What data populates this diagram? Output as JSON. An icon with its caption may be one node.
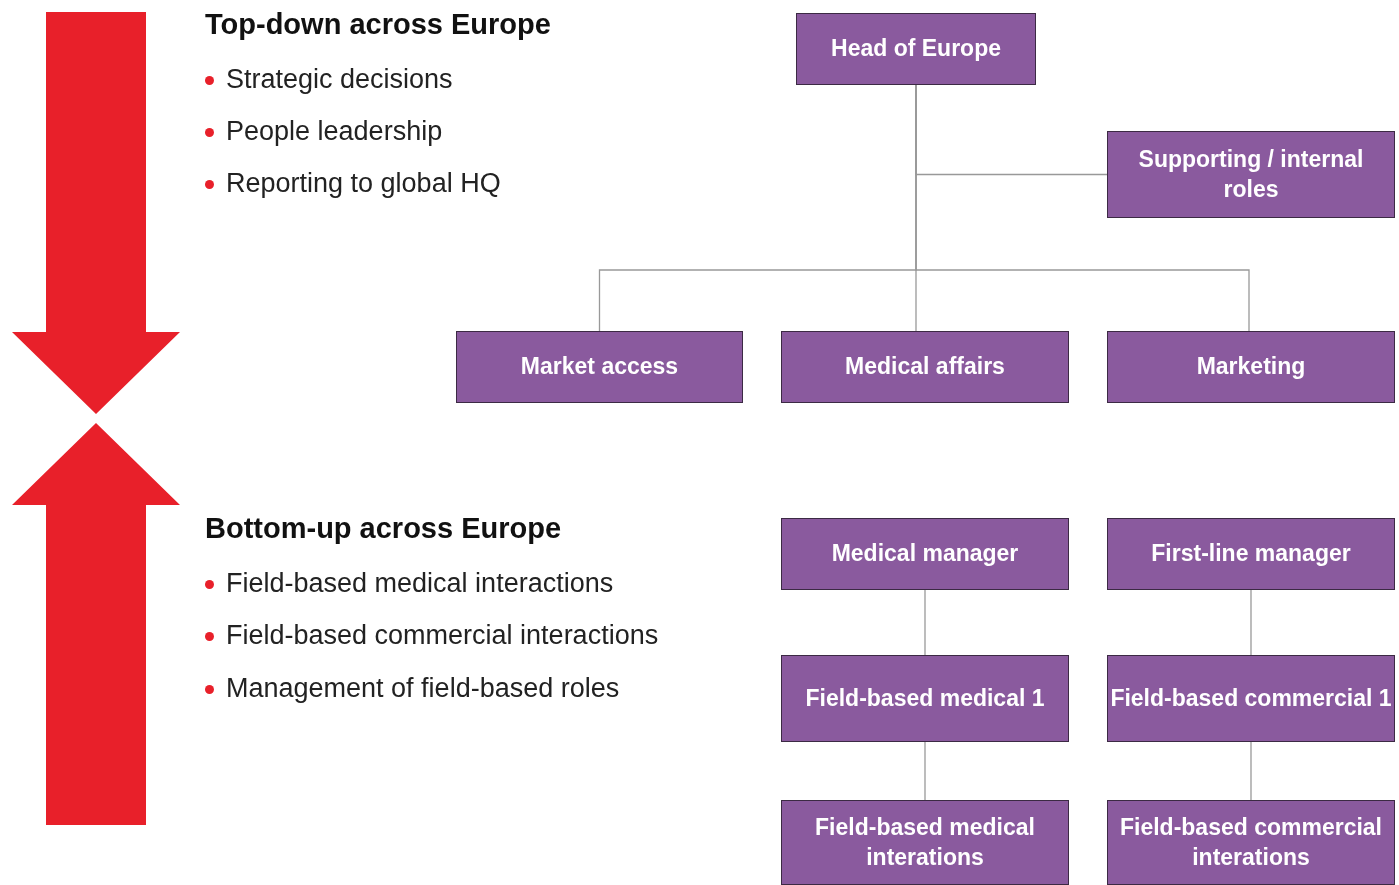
{
  "diagram": {
    "nodes": [
      {
        "text": [
          "Head of Europe"
        ]
      },
      {
        "text": [
          "Supporting / internal roles"
        ]
      },
      {
        "text": [
          "Market access"
        ]
      },
      {
        "text": [
          "Medical affairs"
        ]
      },
      {
        "text": [
          "Marketing"
        ]
      },
      {
        "text": [
          "Medical manager"
        ]
      },
      {
        "text": [
          "First-line manager"
        ]
      },
      {
        "text": [
          "Field-based medical 1"
        ]
      },
      {
        "text": [
          "Field-based commercial 1"
        ]
      },
      {
        "text": [
          "Field-based medical interations"
        ]
      },
      {
        "text": [
          "Field-based commercial interations"
        ]
      }
    ],
    "edges": [
      {
        "from": 0,
        "to": 1,
        "arrow": "none"
      },
      {
        "from": 0,
        "to": 2,
        "arrow": "none"
      },
      {
        "from": 0,
        "to": 3,
        "arrow": "none"
      },
      {
        "from": 0,
        "to": 4,
        "arrow": "none"
      },
      {
        "from": 5,
        "to": 7,
        "arrow": "none"
      },
      {
        "from": 7,
        "to": 9,
        "arrow": "none"
      },
      {
        "from": 6,
        "to": 8,
        "arrow": "none"
      },
      {
        "from": 8,
        "to": 10,
        "arrow": "none"
      }
    ],
    "labels": [
      "Top-down across Europe",
      "Strategic decisions",
      "People leadership",
      "Reporting to global HQ",
      "Bottom-up across Europe",
      "Field-based medical interactions",
      "Field-based commercial interactions",
      "Management of field-based roles"
    ]
  }
}
